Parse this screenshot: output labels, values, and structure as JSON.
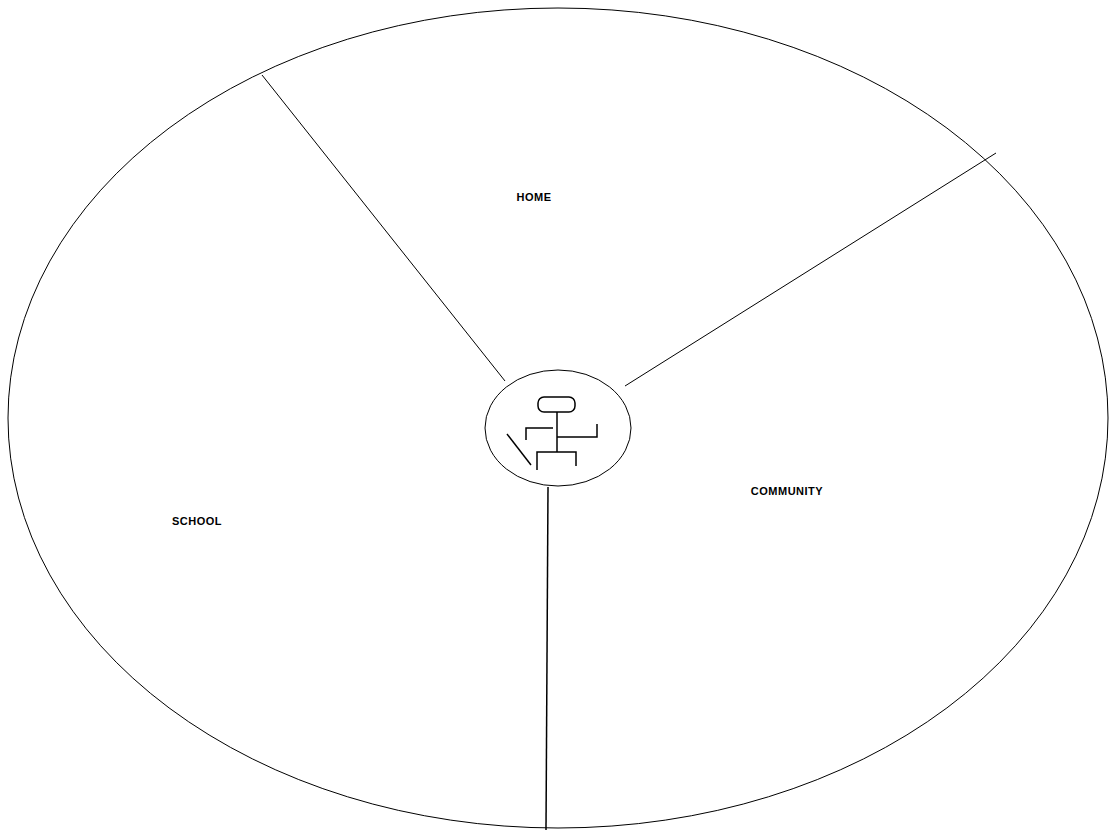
{
  "diagram": {
    "labels": [
      "HOME",
      "SCHOOL",
      "COMMUNITY"
    ]
  }
}
